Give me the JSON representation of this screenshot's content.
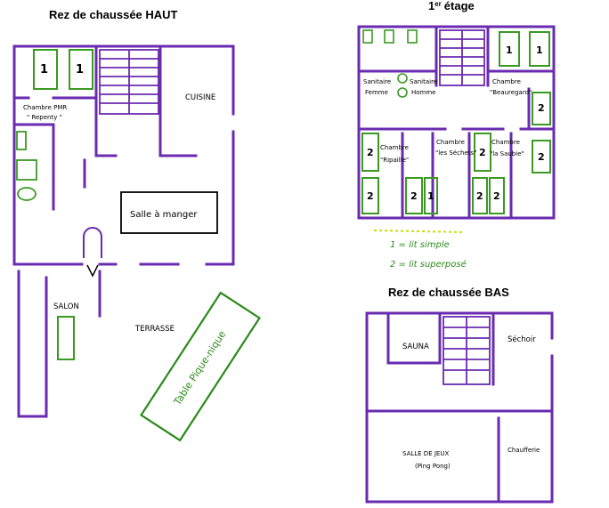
{
  "colors": {
    "wall": "#6a2bb0",
    "bed": "#3a9a22",
    "legend_simple": "#2a8a1a",
    "legend_double": "#2a8a1a",
    "legend_underline": "#c8e000",
    "ink": "#000000"
  },
  "plans": {
    "rdc_haut": {
      "title": "Rez de chaussée HAUT",
      "rooms": {
        "chambre_pmr": "Chambre PMR",
        "chambre_pmr_name": "\" Repenty \"",
        "cuisine": "CUISINE",
        "salle_a_manger": "Salle à manger",
        "salon": "SALON",
        "terrasse": "TERRASSE",
        "table": "Table Pique-nique"
      },
      "beds": [
        "1",
        "1"
      ]
    },
    "etage_1": {
      "title_number": "1",
      "title_sup": "er",
      "title_rest": "étage",
      "rooms": {
        "sanitaire_femme_1": "Sanitaire",
        "sanitaire_femme_2": "Femme",
        "sanitaire_homme_1": "Sanitaire",
        "sanitaire_homme_2": "Homme",
        "chambre_beauregard_1": "Chambre",
        "chambre_beauregard_2": "\"Beauregard\"",
        "chambre_ripaille_1": "Chambre",
        "chambre_ripaille_2": "\"Ripaille\"",
        "chambre_sechets_1": "Chambre",
        "chambre_sechets_2": "\"les Séchets\"",
        "chambre_saubie_1": "Chambre",
        "chambre_saubie_2": "\"la Saubie\""
      },
      "beds": [
        "1",
        "1",
        "2",
        "2",
        "2",
        "2",
        "2",
        "1",
        "2",
        "2",
        "2"
      ]
    },
    "legend": {
      "simple": "1 = lit simple",
      "double": "2 = lit superposé"
    },
    "rdc_bas": {
      "title": "Rez de chaussée BAS",
      "rooms": {
        "sauna": "SAUNA",
        "sechoir": "Séchoir",
        "salle_de_jeux": "SALLE DE JEUX",
        "ping_pong": "(Ping Pong)",
        "chaufferie": "Chaufferie"
      }
    }
  }
}
